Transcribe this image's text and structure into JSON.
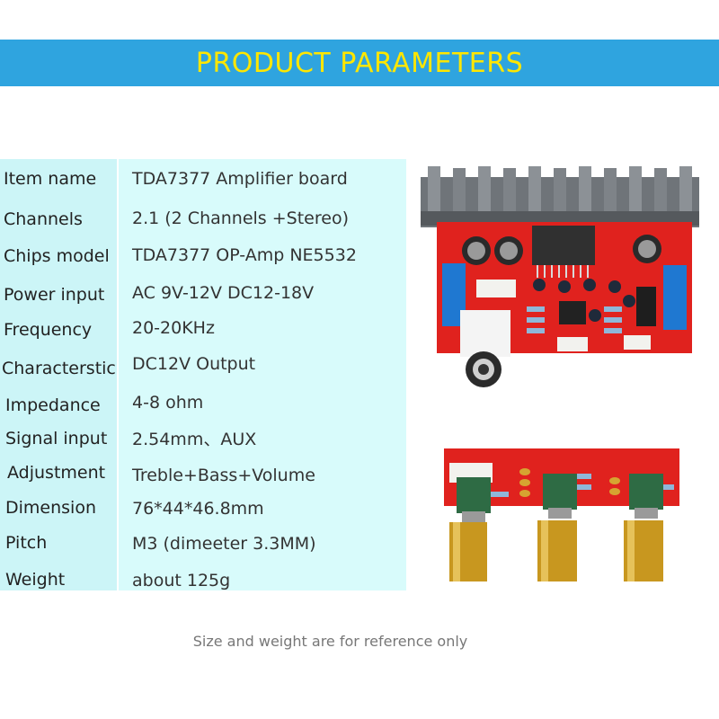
{
  "header": {
    "title": "PRODUCT PARAMETERS"
  },
  "specs": [
    {
      "label": "Item name",
      "value": "TDA7377 Amplifier board"
    },
    {
      "label": "Channels",
      "value": "2.1 (2 Channels +Stereo)"
    },
    {
      "label": "Chips model",
      "value": "TDA7377    OP-Amp NE5532"
    },
    {
      "label": "Power input",
      "value": "AC 9V-12V   DC12-18V"
    },
    {
      "label": "Frequency",
      "value": "20-20KHz"
    },
    {
      "label": "Characterstic",
      "value": "DC12V Output"
    },
    {
      "label": "Impedance",
      "value": "4-8 ohm"
    },
    {
      "label": "Signal input",
      "value": "2.54mm、AUX"
    },
    {
      "label": "Adjustment",
      "value": "Treble+Bass+Volume"
    },
    {
      "label": "Dimension",
      "value": "76*44*46.8mm"
    },
    {
      "label": "Pitch",
      "value": "M3 (dimeeter 3.3MM)"
    },
    {
      "label": "Weight",
      "value": "about 125g"
    }
  ],
  "footnote": "Size and weight are for reference only",
  "colors": {
    "banner": "#2fa4df",
    "banner_text": "#ffe600",
    "label_bg": "#ccf5f7",
    "value_bg": "#d8fbfb",
    "pcb_red": "#e0221e"
  }
}
